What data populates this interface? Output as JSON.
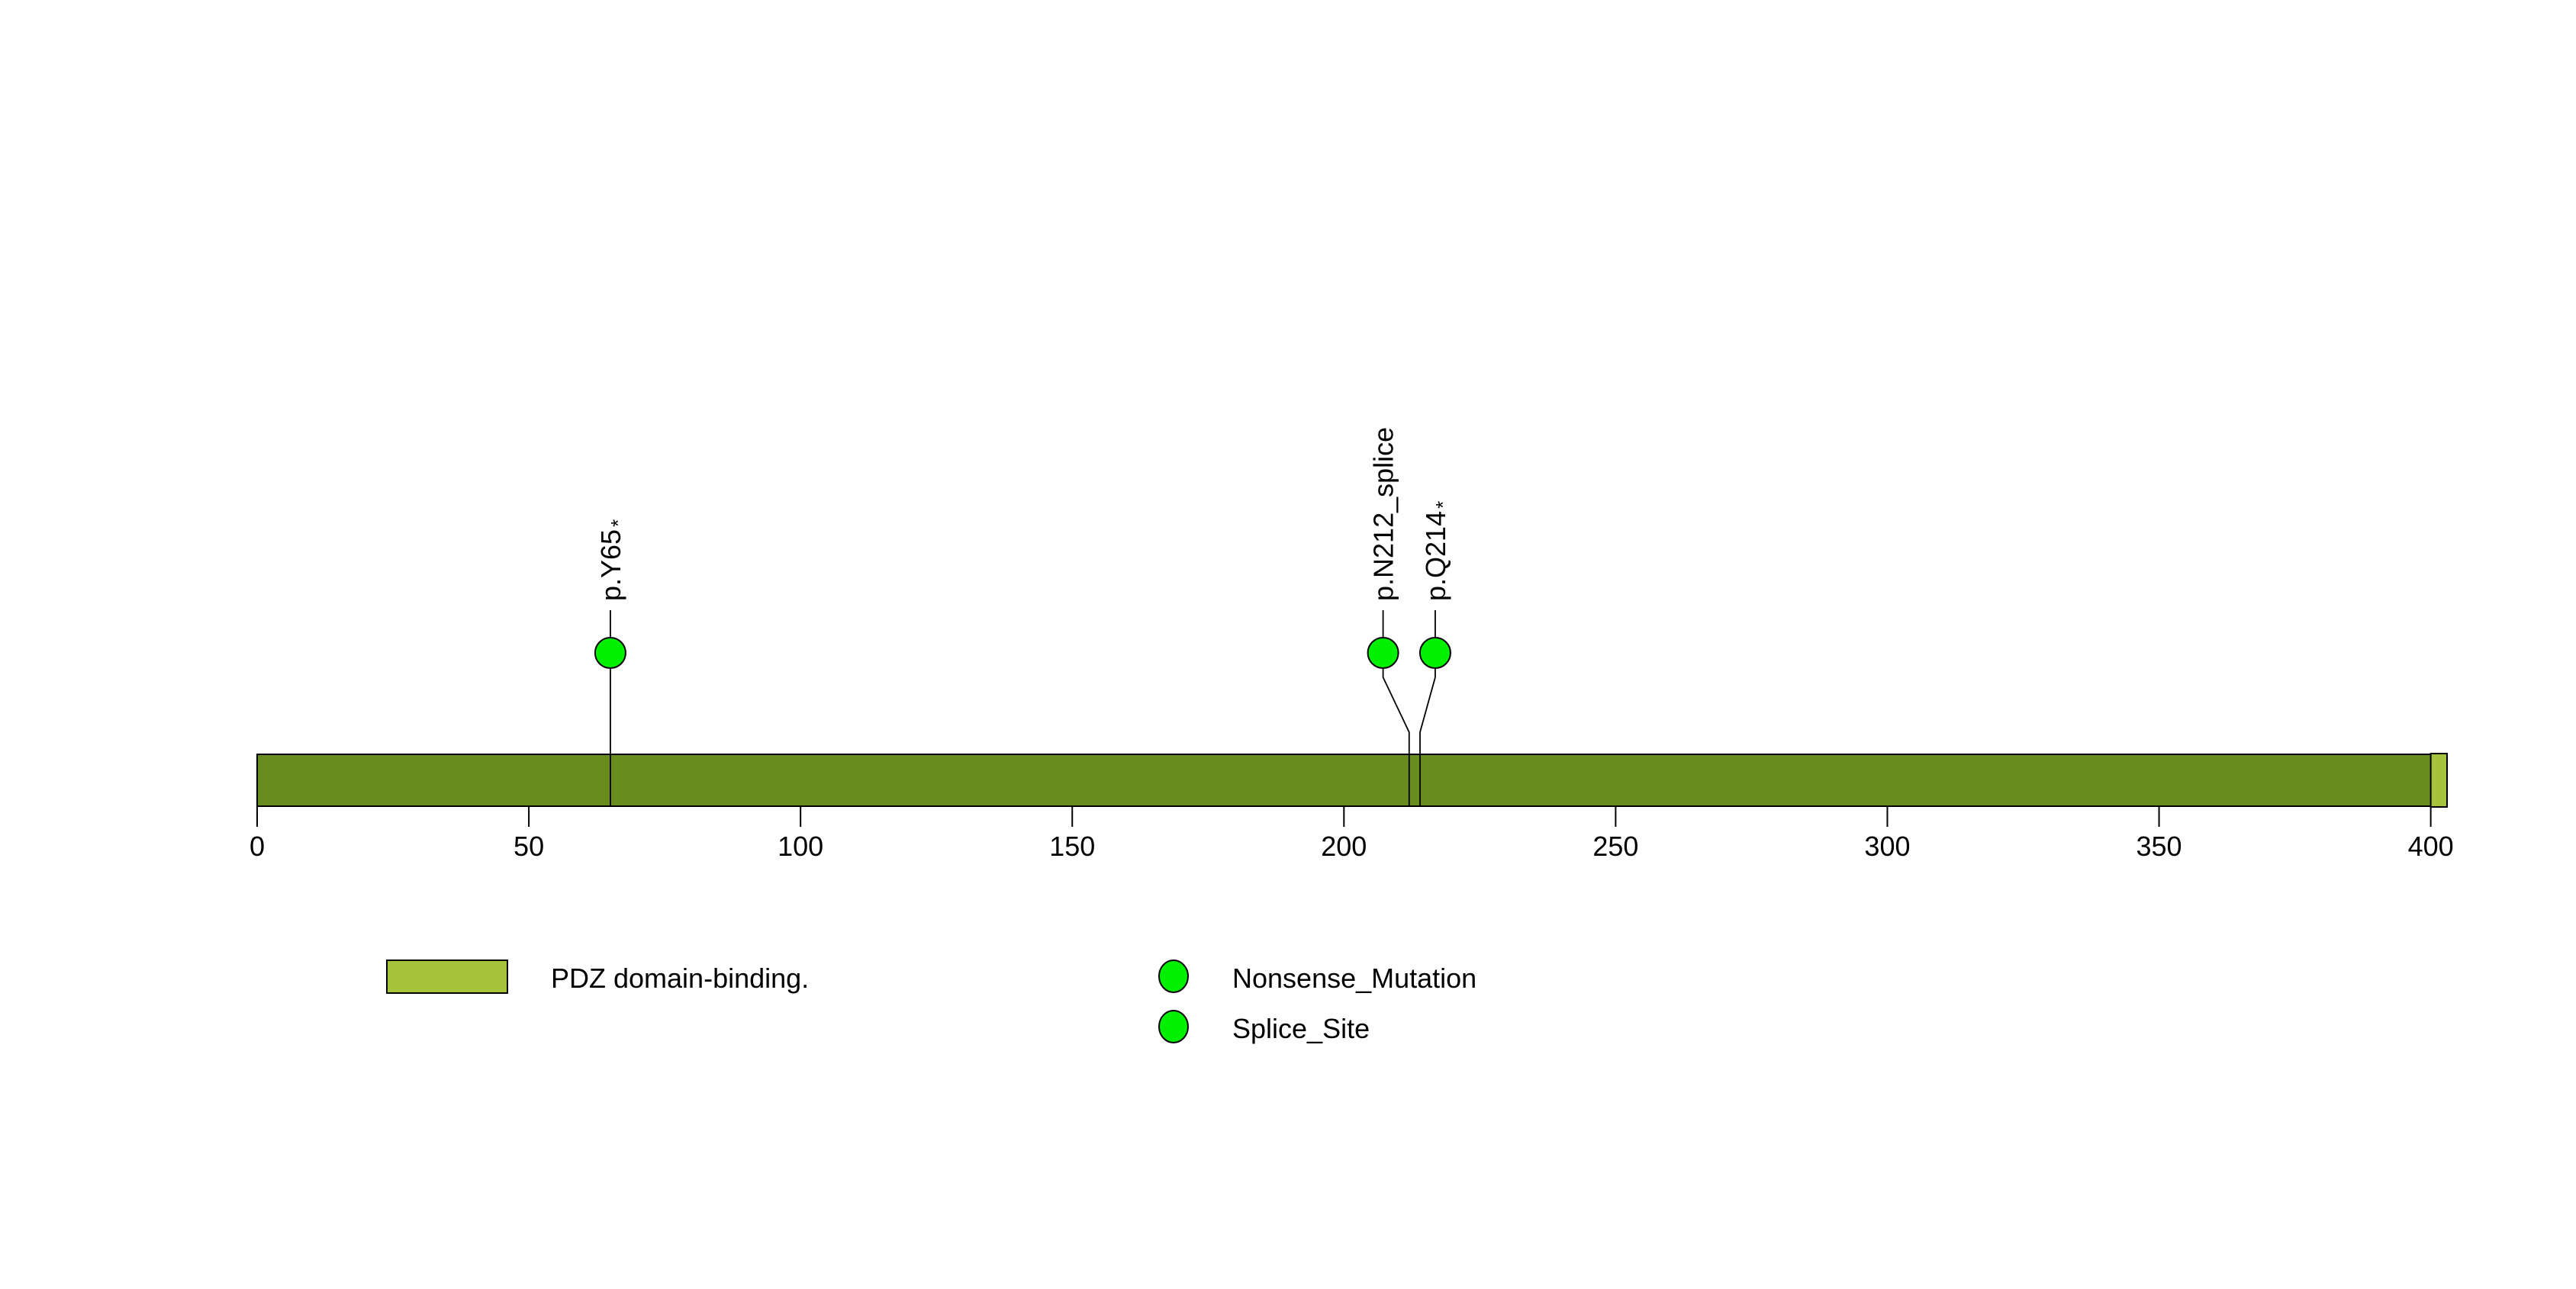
{
  "chart_data": {
    "type": "lollipop",
    "title": "",
    "xlabel": "",
    "ylabel": "",
    "xlim": [
      0,
      403
    ],
    "protein_length": 403,
    "backbone_color": "#698C1E",
    "domain_border_color": "#000000",
    "lollipop_color": "#00F000",
    "axis_ticks": [
      {
        "value": 0,
        "label": "0"
      },
      {
        "value": 50,
        "label": "50"
      },
      {
        "value": 100,
        "label": "100"
      },
      {
        "value": 150,
        "label": "150"
      },
      {
        "value": 200,
        "label": "200"
      },
      {
        "value": 250,
        "label": "250"
      },
      {
        "value": 300,
        "label": "300"
      },
      {
        "value": 350,
        "label": "350"
      },
      {
        "value": 400,
        "label": "400"
      }
    ],
    "domains": [
      {
        "label": "PDZ domain-binding.",
        "start": 400,
        "end": 403,
        "color": "#A5C43C"
      }
    ],
    "mutations": [
      {
        "label": "p.Y65*",
        "label_base": "p.Y65",
        "label_suffix": "*",
        "position": 65,
        "display_position": 65,
        "type": "Nonsense_Mutation",
        "color": "#00F000"
      },
      {
        "label": "p.N212_splice",
        "label_base": "p.N212_splice",
        "label_suffix": "",
        "position": 212,
        "display_position": 207.2,
        "type": "Splice_Site",
        "color": "#00F000"
      },
      {
        "label": "p.Q214*",
        "label_base": "p.Q214",
        "label_suffix": "*",
        "position": 214,
        "display_position": 216.8,
        "type": "Nonsense_Mutation",
        "color": "#00F000"
      }
    ],
    "legend": {
      "position": "bottom",
      "domain_items": [
        {
          "label": "PDZ domain-binding.",
          "color": "#A5C43C"
        }
      ],
      "mutation_type_items": [
        {
          "label": "Nonsense_Mutation",
          "color": "#00F000"
        },
        {
          "label": "Splice_Site",
          "color": "#00F000"
        }
      ]
    }
  }
}
